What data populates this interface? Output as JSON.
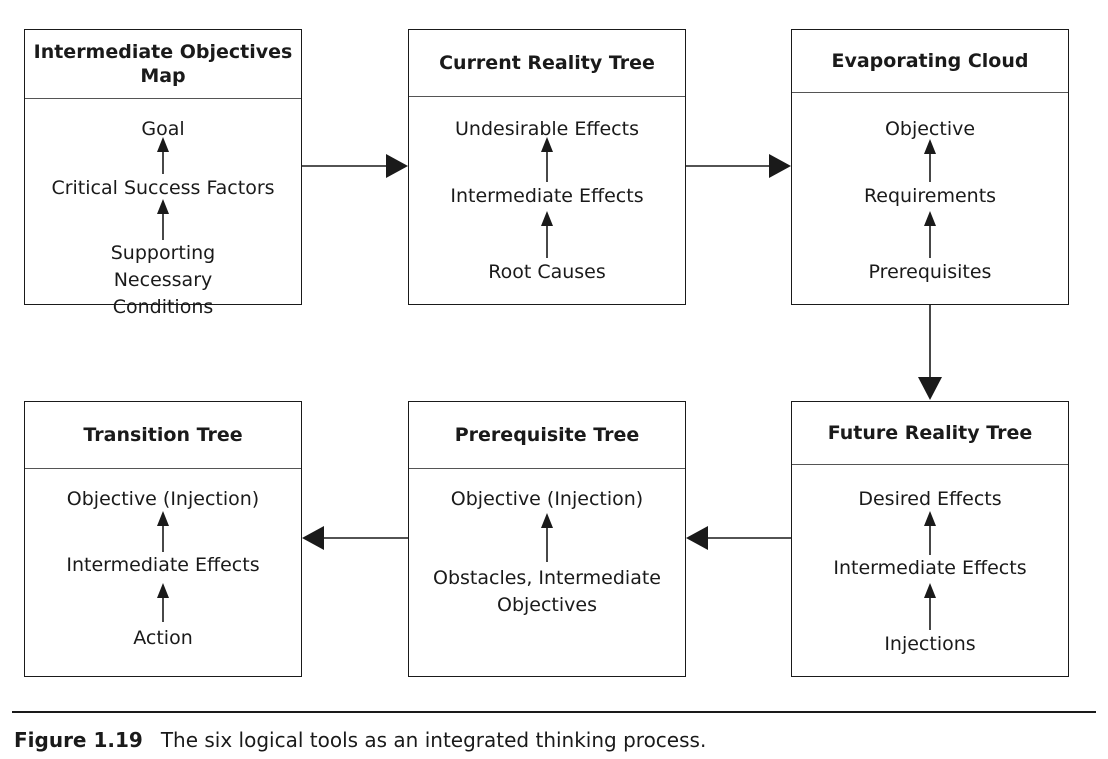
{
  "diagram": {
    "boxes": [
      {
        "id": "intermediate-objectives-map",
        "title": "Intermediate Objectives Map",
        "items": [
          "Goal",
          "Critical Success Factors",
          "Supporting Necessary Conditions"
        ]
      },
      {
        "id": "current-reality-tree",
        "title": "Current Reality Tree",
        "items": [
          "Undesirable Effects",
          "Intermediate Effects",
          "Root Causes"
        ]
      },
      {
        "id": "evaporating-cloud",
        "title": "Evaporating Cloud",
        "items": [
          "Objective",
          "Requirements",
          "Prerequisites"
        ]
      },
      {
        "id": "transition-tree",
        "title": "Transition Tree",
        "items": [
          "Objective (Injection)",
          "Intermediate Effects",
          "Action"
        ]
      },
      {
        "id": "prerequisite-tree",
        "title": "Prerequisite Tree",
        "items": [
          "Objective (Injection)",
          "Obstacles, Intermediate Objectives"
        ]
      },
      {
        "id": "future-reality-tree",
        "title": "Future Reality Tree",
        "items": [
          "Desired Effects",
          "Intermediate Effects",
          "Injections"
        ]
      }
    ],
    "flow": [
      [
        "intermediate-objectives-map",
        "current-reality-tree"
      ],
      [
        "current-reality-tree",
        "evaporating-cloud"
      ],
      [
        "evaporating-cloud",
        "future-reality-tree"
      ],
      [
        "future-reality-tree",
        "prerequisite-tree"
      ],
      [
        "prerequisite-tree",
        "transition-tree"
      ]
    ]
  },
  "caption": {
    "label": "Figure 1.19",
    "text": "The six logical tools as an integrated thinking process."
  }
}
